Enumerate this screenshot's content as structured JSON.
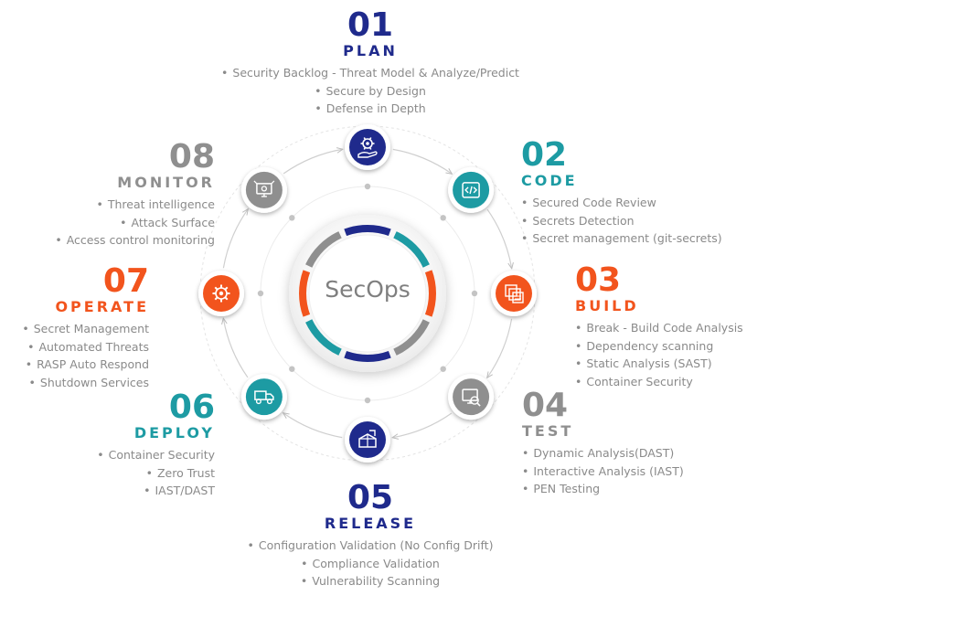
{
  "center_label": "SecOps",
  "colors": {
    "navy": "#1f2a8c",
    "teal": "#1d9ba3",
    "orange": "#f2541d",
    "gray": "#8f8f8f"
  },
  "stages": [
    {
      "number": "01",
      "title": "PLAN",
      "color": "#1f2a8c",
      "icon": "plan-gear-hand-icon",
      "items": [
        "Security Backlog - Threat Model & Analyze/Predict",
        "Secure by Design",
        "Defense in Depth"
      ]
    },
    {
      "number": "02",
      "title": "CODE",
      "color": "#1d9ba3",
      "icon": "code-brackets-icon",
      "items": [
        "Secured Code Review",
        "Secrets Detection",
        "Secret management (git-secrets)"
      ]
    },
    {
      "number": "03",
      "title": "BUILD",
      "color": "#f2541d",
      "icon": "build-stack-icon",
      "items": [
        "Break - Build Code Analysis",
        "Dependency scanning",
        "Static Analysis (SAST)",
        "Container Security"
      ]
    },
    {
      "number": "04",
      "title": "TEST",
      "color": "#8f8f8f",
      "icon": "test-monitor-icon",
      "items": [
        "Dynamic Analysis(DAST)",
        "Interactive Analysis (IAST)",
        "PEN Testing"
      ]
    },
    {
      "number": "05",
      "title": "RELEASE",
      "color": "#1f2a8c",
      "icon": "release-box-icon",
      "items": [
        "Configuration Validation (No Config Drift)",
        "Compliance Validation",
        "Vulnerability Scanning"
      ]
    },
    {
      "number": "06",
      "title": "DEPLOY",
      "color": "#1d9ba3",
      "icon": "deploy-truck-icon",
      "items": [
        "Container Security",
        "Zero Trust",
        "IAST/DAST"
      ]
    },
    {
      "number": "07",
      "title": "OPERATE",
      "color": "#f2541d",
      "icon": "operate-gear-icon",
      "items": [
        "Secret Management",
        "Automated Threats",
        "RASP Auto Respond",
        "Shutdown Services"
      ]
    },
    {
      "number": "08",
      "title": "MONITOR",
      "color": "#8f8f8f",
      "icon": "monitor-network-icon",
      "items": [
        "Threat intelligence",
        "Attack Surface",
        "Access control monitoring"
      ]
    }
  ]
}
